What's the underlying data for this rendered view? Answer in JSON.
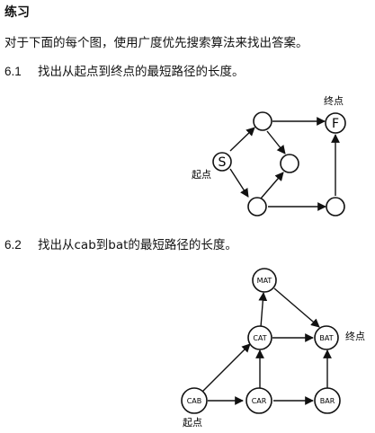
{
  "heading": "练习",
  "intro": "对于下面的每个图，使用广度优先搜索算法来找出答案。",
  "questions": [
    {
      "number": "6.1",
      "text": "找出从起点到终点的最短路径的长度。",
      "start_label": "起点",
      "end_label": "终点",
      "nodes": {
        "start": "S",
        "finish": "F"
      }
    },
    {
      "number": "6.2",
      "text": "找出从cab到bat的最短路径的长度。",
      "start_label": "起点",
      "end_label": "终点",
      "nodes": {
        "mat": "MAT",
        "cat": "CAT",
        "bat": "BAT",
        "cab": "CAB",
        "car": "CAR",
        "bar": "BAR"
      }
    }
  ]
}
